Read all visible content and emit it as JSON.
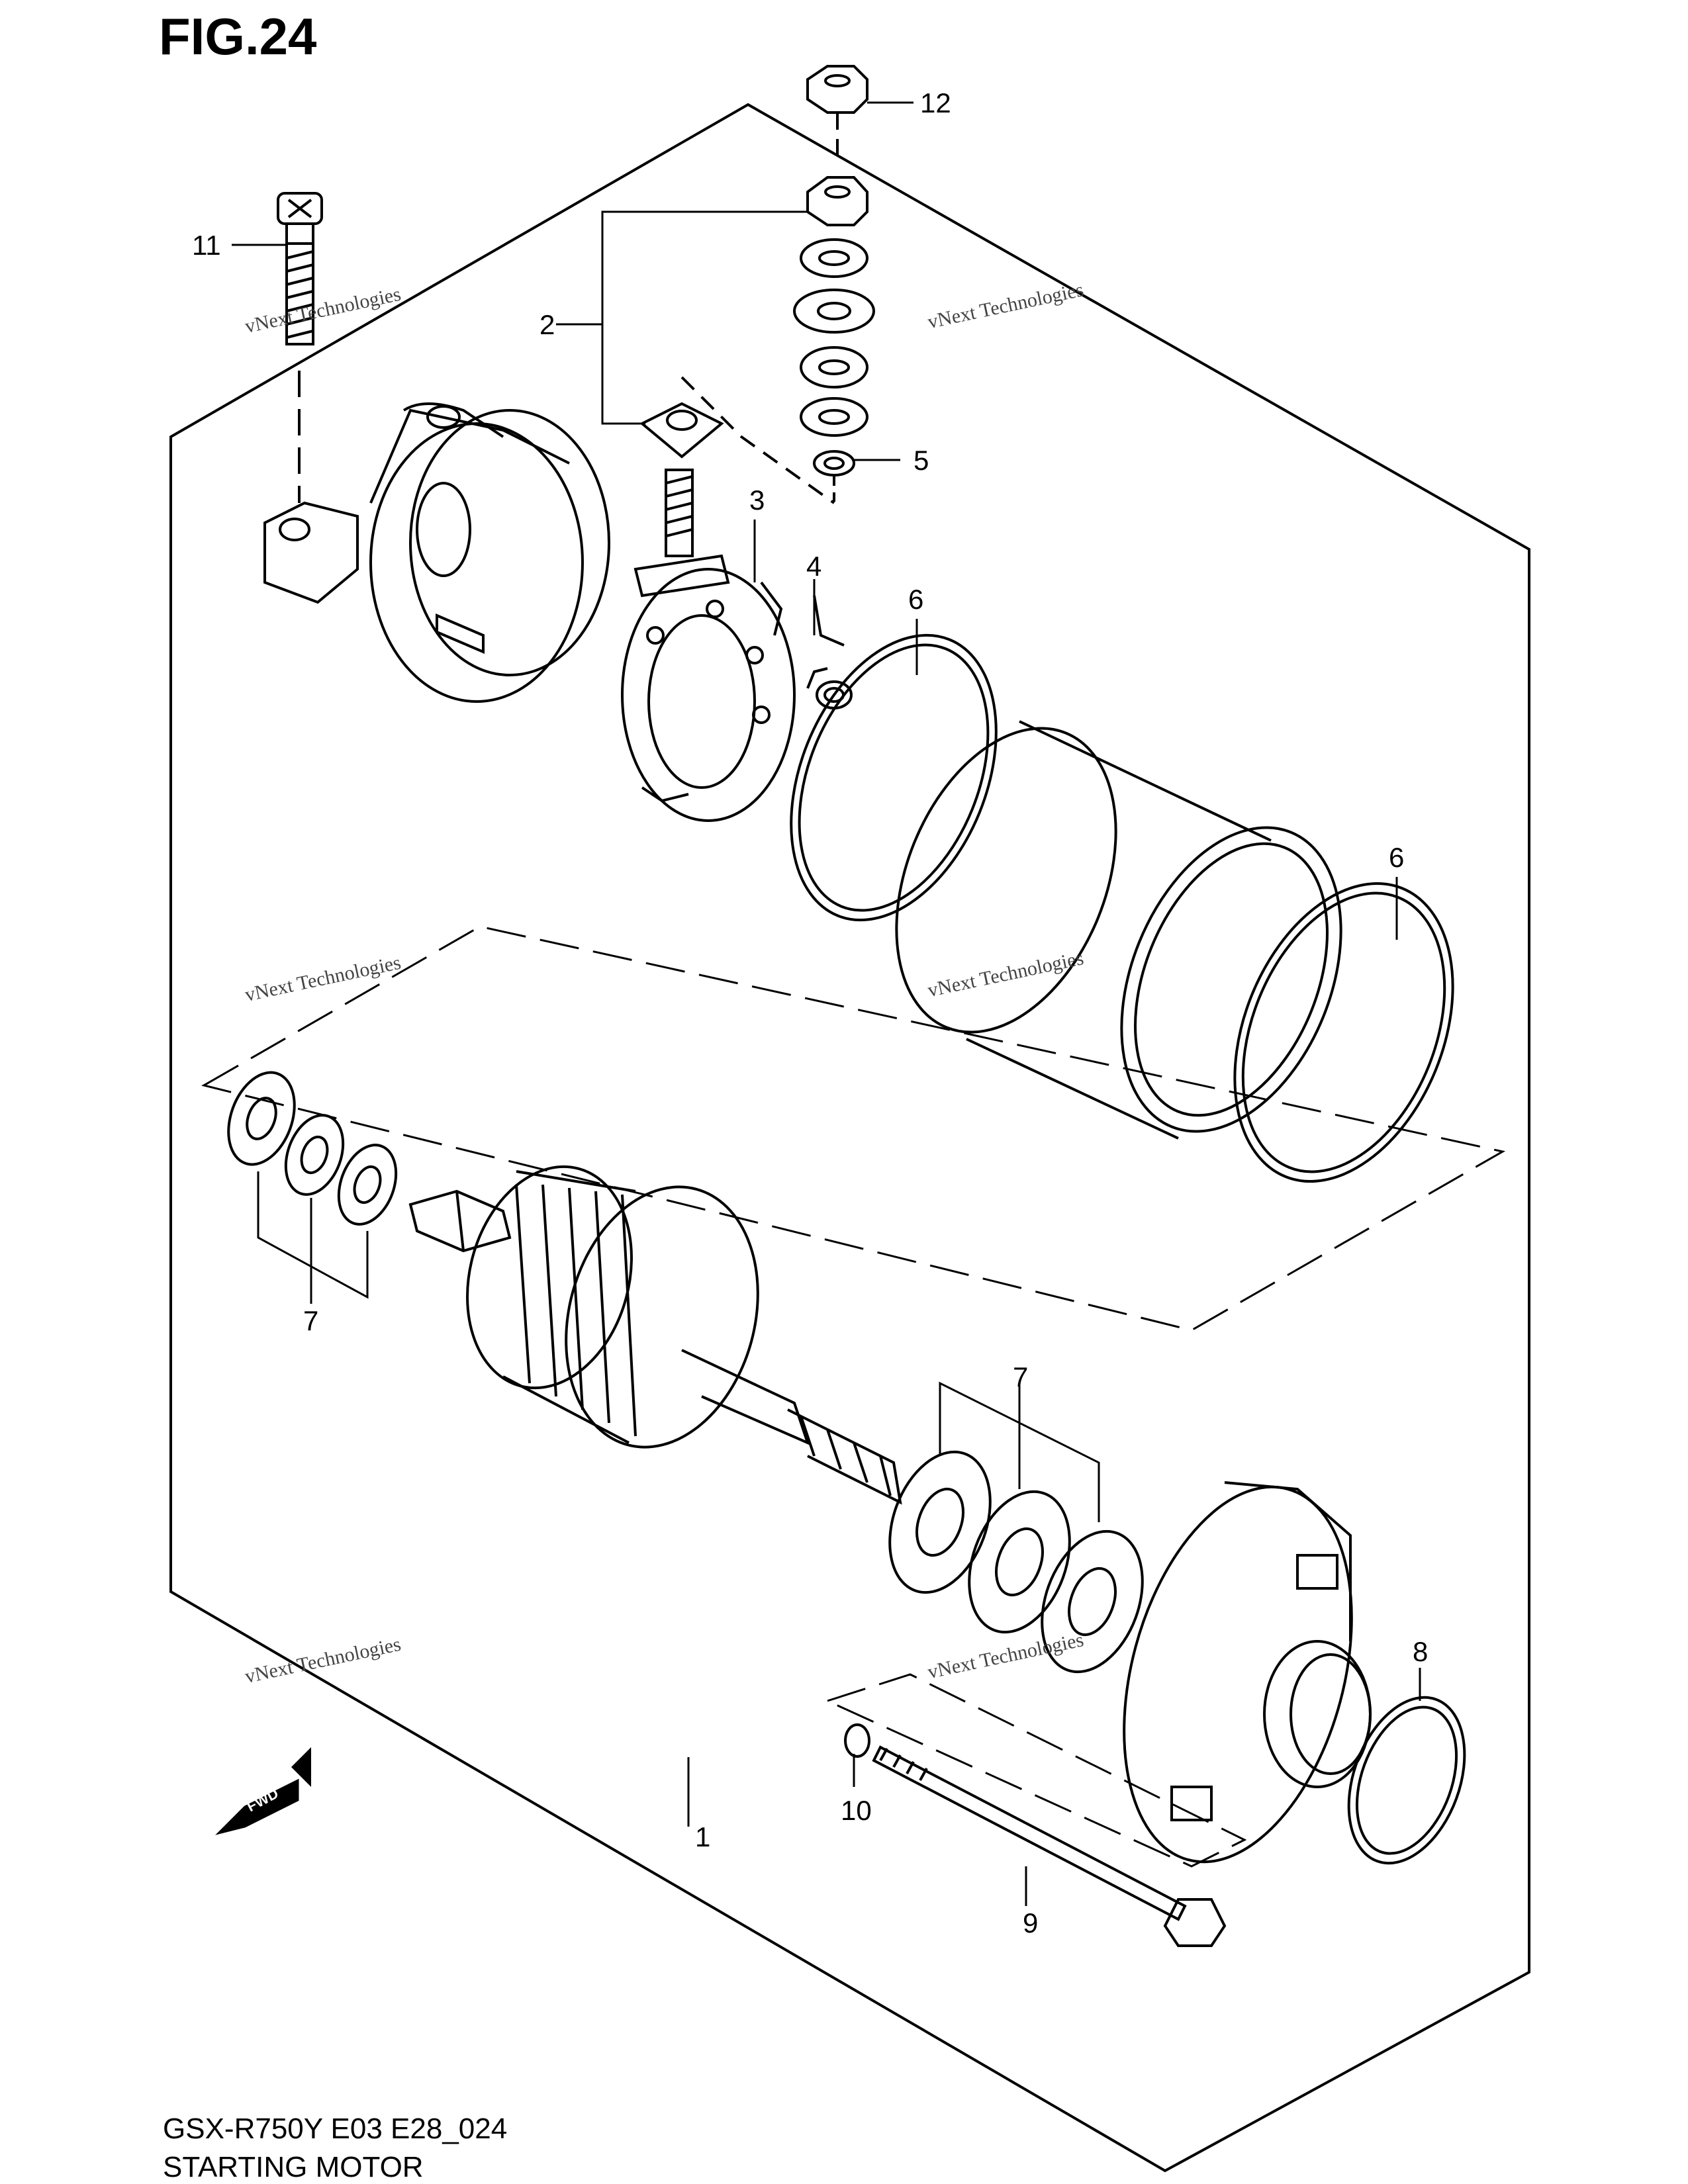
{
  "figure": {
    "title": "FIG.24",
    "code": "GSX-R750Y E03 E28_024",
    "name": "STARTING MOTOR"
  },
  "callouts": [
    {
      "id": "1",
      "text": "1"
    },
    {
      "id": "2",
      "text": "2"
    },
    {
      "id": "3",
      "text": "3"
    },
    {
      "id": "4",
      "text": "4"
    },
    {
      "id": "5",
      "text": "5"
    },
    {
      "id": "6a",
      "text": "6"
    },
    {
      "id": "6b",
      "text": "6"
    },
    {
      "id": "7a",
      "text": "7"
    },
    {
      "id": "7b",
      "text": "7"
    },
    {
      "id": "8",
      "text": "8"
    },
    {
      "id": "9",
      "text": "9"
    },
    {
      "id": "10",
      "text": "10"
    },
    {
      "id": "11",
      "text": "11"
    },
    {
      "id": "12",
      "text": "12"
    }
  ],
  "watermark": {
    "line1": "vNext Technologies",
    "line2": "vNext",
    "line3": "Technologies"
  },
  "fwd_label": "FWD"
}
